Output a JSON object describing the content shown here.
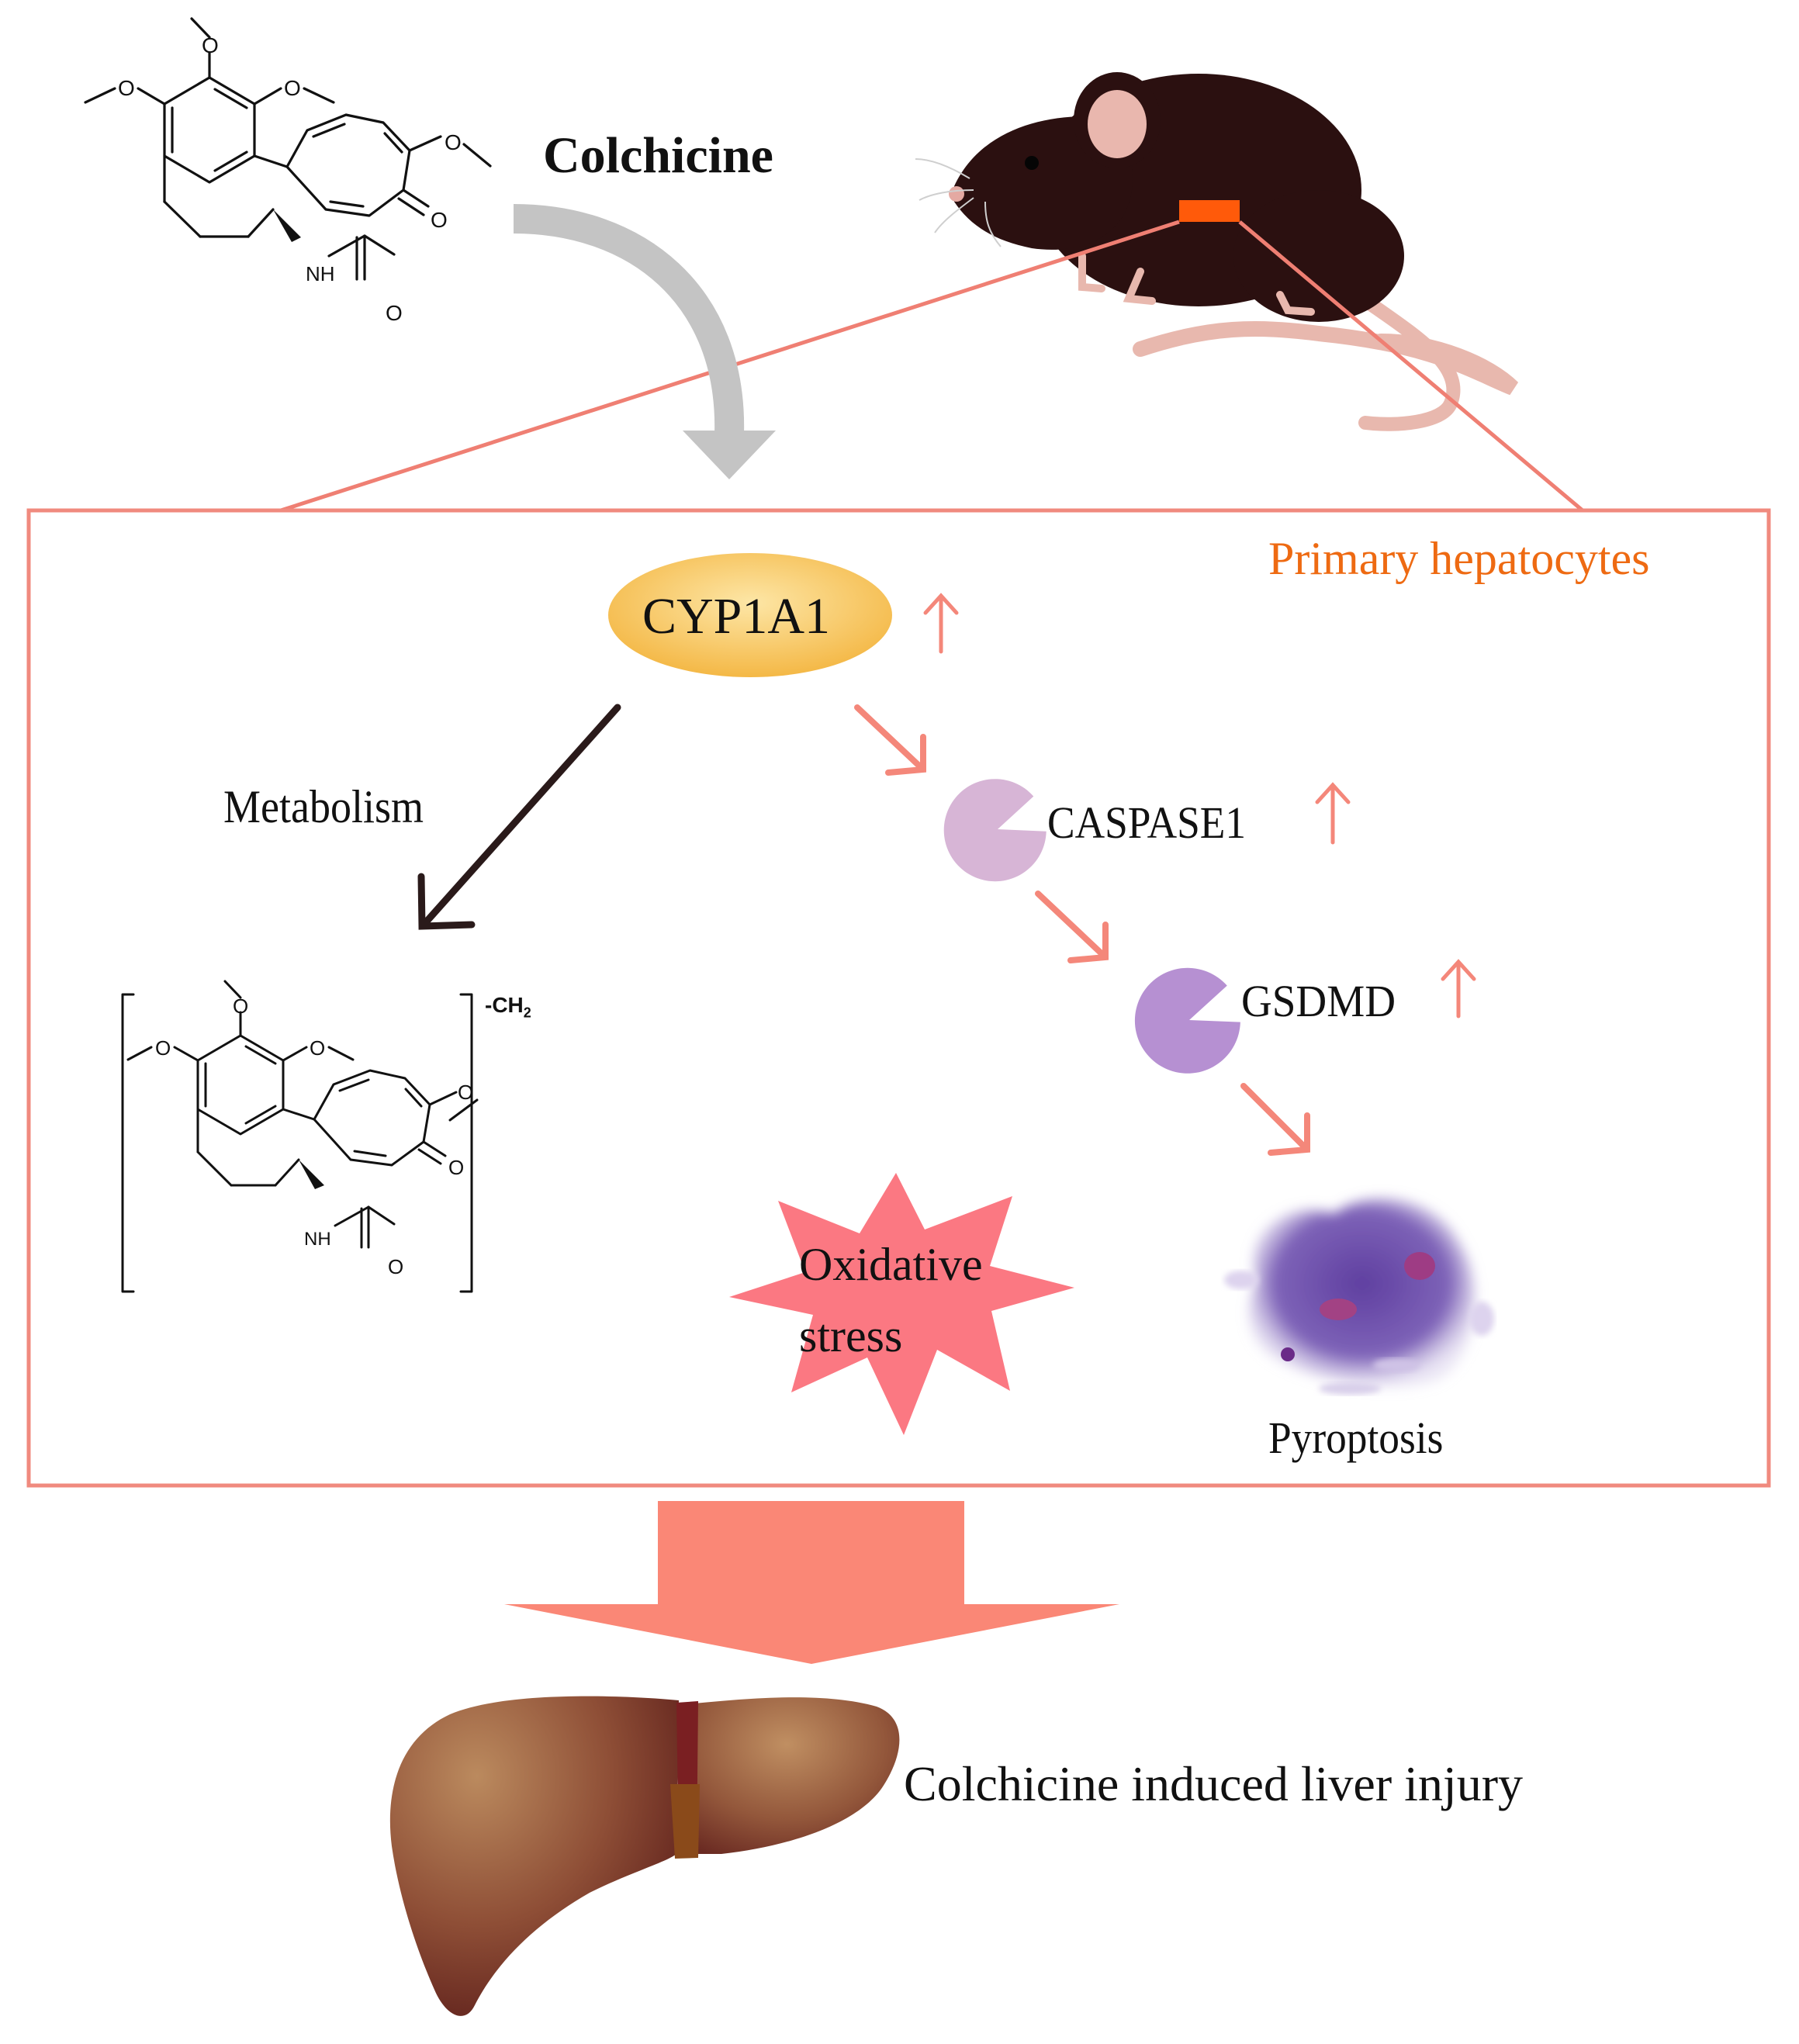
{
  "labels": {
    "drug_name": "Colchicine",
    "box_title": "Primary hepatocytes",
    "enzyme": "CYP1A1",
    "metabolism": "Metabolism",
    "caspase": "CASPASE1",
    "gsdmd": "GSDMD",
    "oxidative_line1": "Oxidative",
    "oxidative_line2": "stress",
    "pyroptosis": "Pyroptosis",
    "outcome": "Colchicine induced liver injury",
    "metabolite_suffix": "-CH",
    "metabolite_sub": "2",
    "up_arrow": "↑"
  },
  "chemistry": {
    "nh": "NH",
    "o": "O"
  },
  "colors": {
    "salmon": "#f4877a",
    "box_border": "#f08a7e",
    "title_orange": "#ee6a12",
    "cyp_fill": "#f7c35a",
    "caspase_fill": "#d7b5d6",
    "gsdmd_fill": "#b690d2",
    "star_fill": "#fb7882",
    "gray_arrow": "#c4c4c4",
    "liver": "#8c4a34",
    "mouse": "#2b1010",
    "pyro": "#6d4ea8"
  }
}
